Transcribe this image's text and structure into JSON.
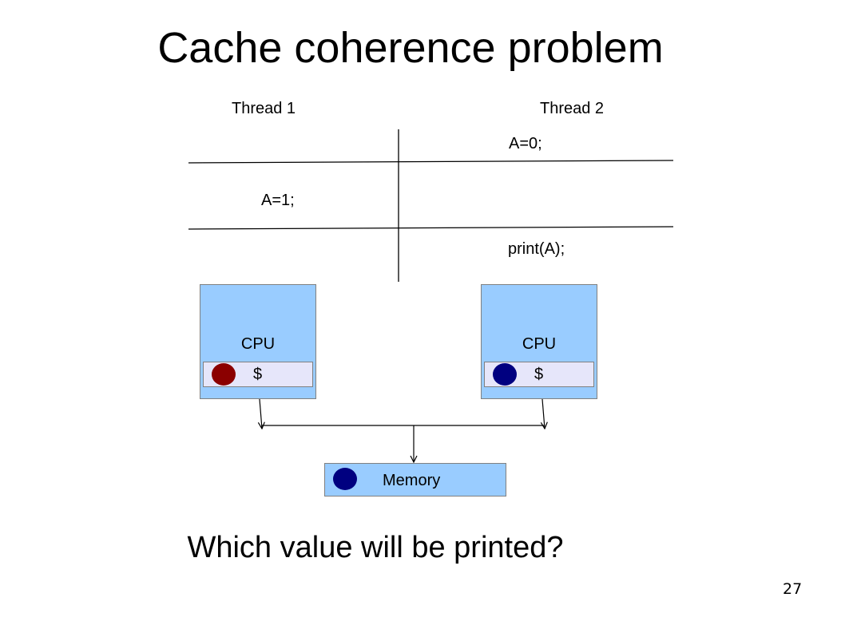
{
  "title": "Cache coherence problem",
  "threads": {
    "thread1_label": "Thread 1",
    "thread2_label": "Thread 2"
  },
  "code": {
    "thread2_write": "A=0;",
    "thread1_write": "A=1;",
    "thread2_print": "print(A);"
  },
  "cpus": [
    {
      "label": "CPU",
      "cache_label": "$",
      "cache_value_color": "#8b0000"
    },
    {
      "label": "CPU",
      "cache_label": "$",
      "cache_value_color": "#000080"
    }
  ],
  "memory": {
    "label": "Memory",
    "value_color": "#000080"
  },
  "question": "Which value will be printed?",
  "slide_number": "27"
}
